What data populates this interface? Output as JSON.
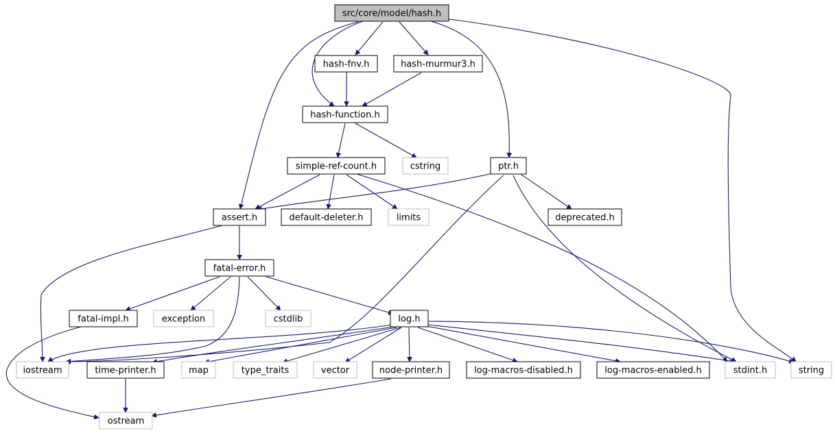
{
  "diagram": {
    "colors": {
      "edge": "#191970",
      "node_border": "#000000",
      "external_border": "#bfbfbf",
      "root_fill": "#bfbfbf",
      "node_fill": "#ffffff",
      "text": "#000000"
    },
    "nodes": [
      {
        "id": "hash",
        "label": "src/core/model/hash.h",
        "kind": "root"
      },
      {
        "id": "hash-fnv",
        "label": "hash-fnv.h",
        "kind": "file"
      },
      {
        "id": "hash-murmur3",
        "label": "hash-murmur3.h",
        "kind": "file"
      },
      {
        "id": "hash-function",
        "label": "hash-function.h",
        "kind": "file"
      },
      {
        "id": "cstring",
        "label": "cstring",
        "kind": "external"
      },
      {
        "id": "simple-ref-count",
        "label": "simple-ref-count.h",
        "kind": "file"
      },
      {
        "id": "ptr",
        "label": "ptr.h",
        "kind": "file"
      },
      {
        "id": "assert",
        "label": "assert.h",
        "kind": "file"
      },
      {
        "id": "default-deleter",
        "label": "default-deleter.h",
        "kind": "file"
      },
      {
        "id": "limits",
        "label": "limits",
        "kind": "external"
      },
      {
        "id": "deprecated",
        "label": "deprecated.h",
        "kind": "file"
      },
      {
        "id": "fatal-error",
        "label": "fatal-error.h",
        "kind": "file"
      },
      {
        "id": "fatal-impl",
        "label": "fatal-impl.h",
        "kind": "file"
      },
      {
        "id": "exception",
        "label": "exception",
        "kind": "external"
      },
      {
        "id": "cstdlib",
        "label": "cstdlib",
        "kind": "external"
      },
      {
        "id": "log",
        "label": "log.h",
        "kind": "file"
      },
      {
        "id": "iostream",
        "label": "iostream",
        "kind": "external"
      },
      {
        "id": "time-printer",
        "label": "time-printer.h",
        "kind": "file"
      },
      {
        "id": "map",
        "label": "map",
        "kind": "external"
      },
      {
        "id": "type_traits",
        "label": "type_traits",
        "kind": "external"
      },
      {
        "id": "vector",
        "label": "vector",
        "kind": "external"
      },
      {
        "id": "node-printer",
        "label": "node-printer.h",
        "kind": "file"
      },
      {
        "id": "log-macros-disabled",
        "label": "log-macros-disabled.h",
        "kind": "file"
      },
      {
        "id": "log-macros-enabled",
        "label": "log-macros-enabled.h",
        "kind": "file"
      },
      {
        "id": "stdint",
        "label": "stdint.h",
        "kind": "external"
      },
      {
        "id": "string",
        "label": "string",
        "kind": "external"
      },
      {
        "id": "ostream",
        "label": "ostream",
        "kind": "external"
      }
    ],
    "edges": [
      [
        "hash",
        "hash-fnv"
      ],
      [
        "hash",
        "hash-murmur3"
      ],
      [
        "hash",
        "hash-function"
      ],
      [
        "hash",
        "assert"
      ],
      [
        "hash",
        "ptr"
      ],
      [
        "hash",
        "string"
      ],
      [
        "hash-fnv",
        "hash-function"
      ],
      [
        "hash-murmur3",
        "hash-function"
      ],
      [
        "hash-function",
        "simple-ref-count"
      ],
      [
        "hash-function",
        "cstring"
      ],
      [
        "simple-ref-count",
        "assert"
      ],
      [
        "simple-ref-count",
        "default-deleter"
      ],
      [
        "simple-ref-count",
        "limits"
      ],
      [
        "simple-ref-count",
        "stdint"
      ],
      [
        "ptr",
        "assert"
      ],
      [
        "ptr",
        "iostream"
      ],
      [
        "ptr",
        "stdint"
      ],
      [
        "ptr",
        "deprecated"
      ],
      [
        "assert",
        "iostream"
      ],
      [
        "assert",
        "fatal-error"
      ],
      [
        "fatal-error",
        "fatal-impl"
      ],
      [
        "fatal-error",
        "exception"
      ],
      [
        "fatal-error",
        "cstdlib"
      ],
      [
        "fatal-error",
        "log"
      ],
      [
        "fatal-error",
        "iostream"
      ],
      [
        "fatal-impl",
        "ostream"
      ],
      [
        "log",
        "iostream"
      ],
      [
        "log",
        "time-printer"
      ],
      [
        "log",
        "map"
      ],
      [
        "log",
        "type_traits"
      ],
      [
        "log",
        "vector"
      ],
      [
        "log",
        "node-printer"
      ],
      [
        "log",
        "log-macros-disabled"
      ],
      [
        "log",
        "log-macros-enabled"
      ],
      [
        "log",
        "stdint"
      ],
      [
        "log",
        "string"
      ],
      [
        "time-printer",
        "ostream"
      ],
      [
        "node-printer",
        "ostream"
      ]
    ]
  }
}
